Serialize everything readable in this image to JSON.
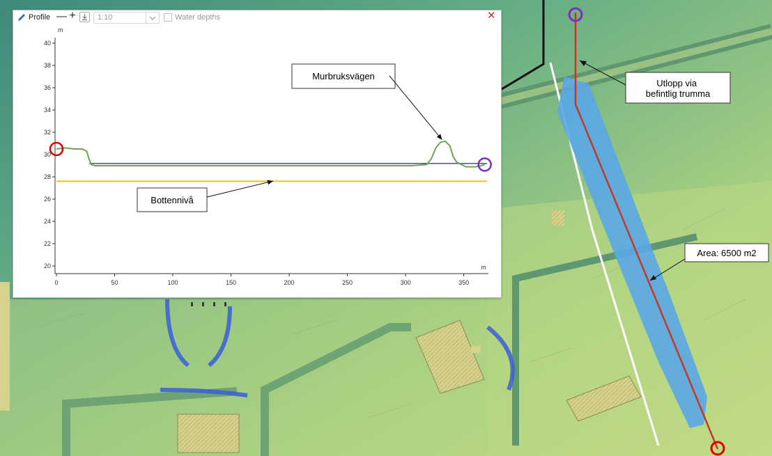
{
  "window": {
    "title": "Profile",
    "scale_value": "1:10",
    "water_depths_label": "Water depths",
    "water_depths_checked": false
  },
  "icons": {
    "profile": "pencil-icon",
    "zoom_out": "minus-icon",
    "zoom_in": "plus-icon",
    "download": "download-icon",
    "scale_dropdown": "chevron-down-icon",
    "close": "close-icon"
  },
  "map_annotations": {
    "outlet": "Utlopp via befintlig trumma",
    "area": "Area: 6500 m2"
  },
  "colors": {
    "profile_line": "#6aa84f",
    "water_line": "#3b3b9a",
    "bottom_line": "#e6c229",
    "start_marker": "#e00000",
    "end_marker": "#7b2fbf",
    "close": "#c0392b",
    "route_line": "#c0392b",
    "water_fill": "#5aa7e6"
  },
  "chart_data": {
    "type": "line",
    "xlabel": "m",
    "ylabel": "m",
    "xlim": [
      0,
      370
    ],
    "ylim": [
      20,
      40
    ],
    "xticks": [
      0,
      50,
      100,
      150,
      200,
      250,
      300,
      350
    ],
    "yticks": [
      20,
      22,
      24,
      26,
      28,
      30,
      32,
      34,
      36,
      38,
      40
    ],
    "series": [
      {
        "x": [
          0,
          8,
          15,
          22,
          26,
          28,
          30,
          33,
          60,
          120,
          200,
          280,
          305,
          318,
          322,
          326,
          330,
          334,
          338,
          341,
          344,
          348,
          352,
          360,
          365,
          368
        ],
        "y": [
          30.5,
          30.6,
          30.5,
          30.5,
          30.3,
          29.6,
          29.1,
          29.0,
          29.0,
          29.0,
          29.0,
          29.0,
          29.0,
          29.1,
          29.6,
          30.6,
          31.1,
          31.2,
          30.8,
          29.8,
          29.3,
          29.1,
          28.9,
          28.9,
          29.0,
          29.1
        ]
      },
      {
        "x": [
          28,
          370
        ],
        "y": [
          29.2,
          29.2
        ]
      },
      {
        "x": [
          0,
          370
        ],
        "y": [
          27.6,
          27.6
        ]
      }
    ],
    "annotations": [
      {
        "text": "Murbruksvägen",
        "x": 332,
        "y": 31.2
      },
      {
        "text": "Bottennivå",
        "x": 185,
        "y": 27.6
      }
    ]
  }
}
